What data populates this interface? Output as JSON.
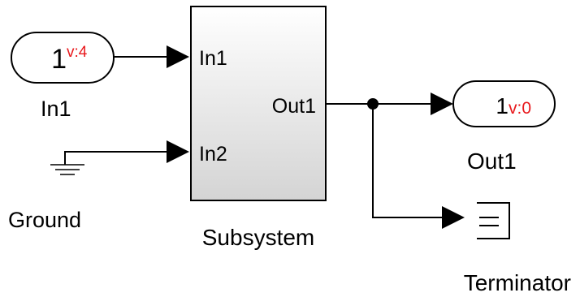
{
  "blocks": {
    "in1": {
      "port_number": "1",
      "tag": "v:4",
      "label": "In1"
    },
    "ground": {
      "label": "Ground"
    },
    "subsystem": {
      "label": "Subsystem",
      "input_ports": [
        "In1",
        "In2"
      ],
      "output_ports": [
        "Out1"
      ]
    },
    "out1": {
      "port_number": "1",
      "tag": "v:0",
      "label": "Out1"
    },
    "terminator": {
      "label": "Terminator"
    }
  },
  "colors": {
    "line": "#000000",
    "tag": "#e8181c",
    "subsystem_fill_top": "#ffffff",
    "subsystem_fill_bottom": "#d4d4d4",
    "block_border": "#000000"
  }
}
